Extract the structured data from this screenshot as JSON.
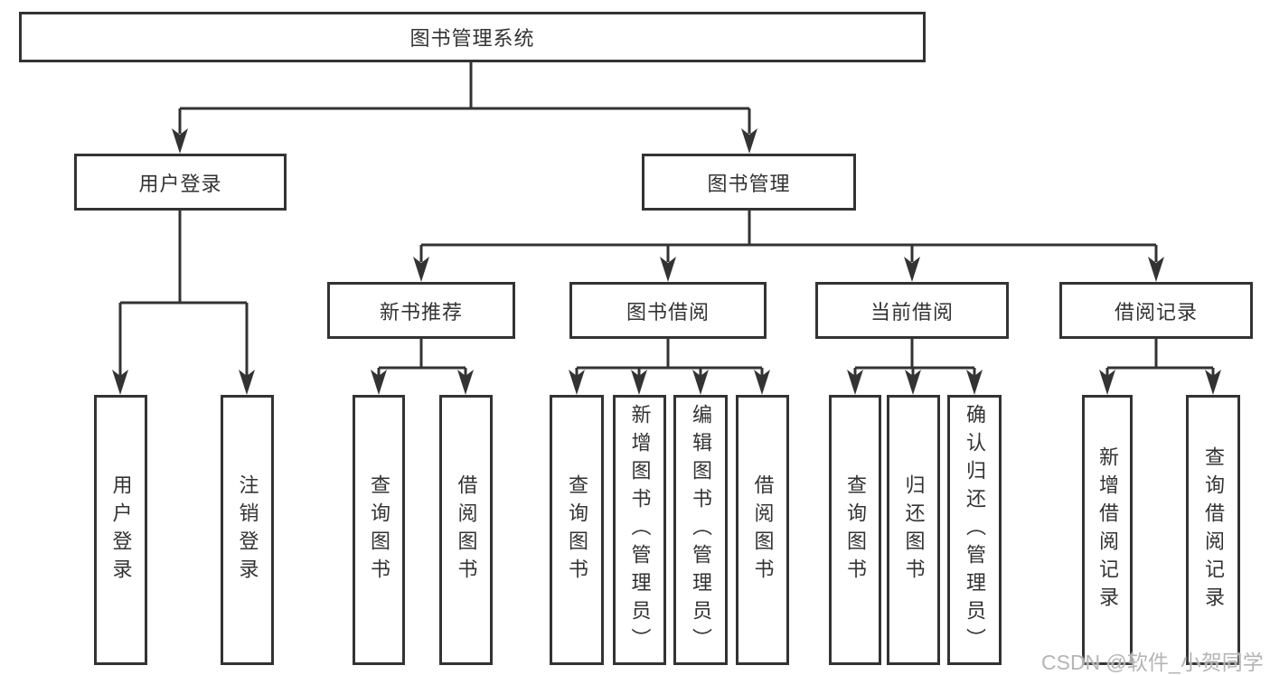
{
  "diagram": {
    "root": {
      "label": "图书管理系统"
    },
    "branches": [
      {
        "label": "用户登录",
        "children": [
          {
            "label": "用户登录"
          },
          {
            "label": "注销登录"
          }
        ]
      },
      {
        "label": "图书管理",
        "sections": [
          {
            "label": "新书推荐",
            "children": [
              {
                "label": "查询图书"
              },
              {
                "label": "借阅图书"
              }
            ]
          },
          {
            "label": "图书借阅",
            "children": [
              {
                "label": "查询图书"
              },
              {
                "label": "新增图书（管理员）"
              },
              {
                "label": "编辑图书（管理员）"
              },
              {
                "label": "借阅图书"
              }
            ]
          },
          {
            "label": "当前借阅",
            "children": [
              {
                "label": "查询图书"
              },
              {
                "label": "归还图书"
              },
              {
                "label": "确认归还（管理员）"
              }
            ]
          },
          {
            "label": "借阅记录",
            "children": [
              {
                "label": "新增借阅记录"
              },
              {
                "label": "查询借阅记录"
              }
            ]
          }
        ]
      }
    ]
  },
  "watermark": {
    "text": "CSDN @软件_小贺同学"
  },
  "colors": {
    "line": "#333333",
    "box_border": "#333333",
    "box_fill": "#ffffff",
    "text": "#333333",
    "watermark": "#b5b5b5",
    "background": "#ffffff"
  }
}
